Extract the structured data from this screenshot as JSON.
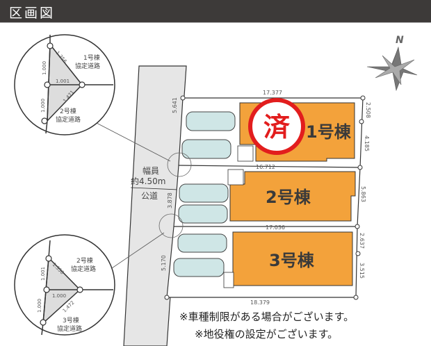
{
  "header": {
    "title": "区画図"
  },
  "compass": {
    "north_label": "N"
  },
  "road": {
    "width_label": "幅員",
    "width_value": "約4.50m",
    "type": "公道"
  },
  "lots": [
    {
      "label": "1号棟",
      "sold_stamp": "済"
    },
    {
      "label": "2号棟"
    },
    {
      "label": "3号棟"
    }
  ],
  "dimensions": {
    "top": "17.377",
    "div12": "16.712",
    "div23": "17.036",
    "bottom": "18.379",
    "left1": "5.641",
    "left2": "3.878",
    "left3": "5.170",
    "right1a": "2.508",
    "right1b": "4.185",
    "right2": "5.863",
    "right3a": "2.637",
    "right3b": "3.515"
  },
  "detail_top": {
    "d1": "1.356",
    "d2": "1.000",
    "d3": "1.001",
    "d4": "1.000",
    "d5": "1.471",
    "label_a": "1号棟",
    "label_a2": "協定道路",
    "label_b": "2号棟",
    "label_b2": "協定道路"
  },
  "detail_bottom": {
    "d1": "1.356",
    "d2": "1.001",
    "d3": "1.000",
    "d4": "1.000",
    "d5": "1.472",
    "label_a": "2号棟",
    "label_a2": "協定道路",
    "label_b": "3号棟",
    "label_b2": "協定道路"
  },
  "notes": [
    "※車種制限がある場合がございます。",
    "※地役権の設定がございます。"
  ]
}
